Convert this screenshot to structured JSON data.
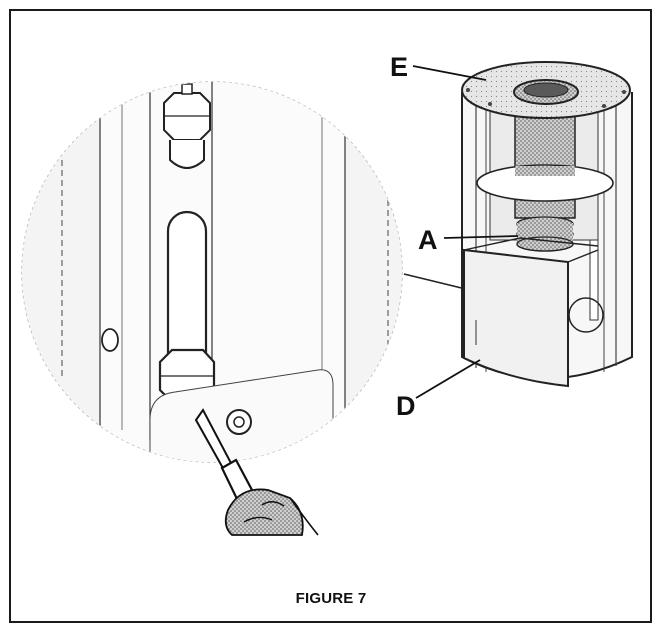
{
  "figure": {
    "caption": "FIGURE 7",
    "callouts": {
      "a": "A",
      "d": "D",
      "e": "E"
    }
  }
}
